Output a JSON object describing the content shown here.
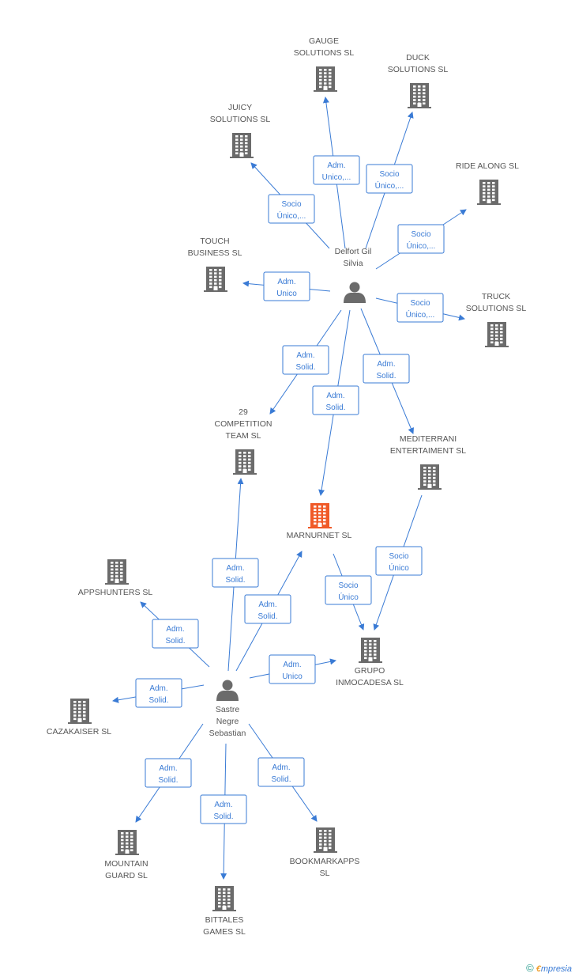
{
  "colors": {
    "edge": "#3a7bd5",
    "building": "#6b6b6b",
    "highlight": "#f05a28",
    "person": "#6b6b6b"
  },
  "companies": [
    {
      "id": "gauge",
      "lines": [
        "GAUGE",
        "SOLUTIONS  SL"
      ],
      "icon": "building-icon"
    },
    {
      "id": "duck",
      "lines": [
        "DUCK",
        "SOLUTIONS  SL"
      ],
      "icon": "building-icon"
    },
    {
      "id": "juicy",
      "lines": [
        "JUICY",
        "SOLUTIONS  SL"
      ],
      "icon": "building-icon"
    },
    {
      "id": "ridealong",
      "lines": [
        "RIDE ALONG  SL"
      ],
      "icon": "building-icon"
    },
    {
      "id": "touch",
      "lines": [
        "TOUCH",
        "BUSINESS  SL"
      ],
      "icon": "building-icon"
    },
    {
      "id": "truck",
      "lines": [
        "TRUCK",
        "SOLUTIONS  SL"
      ],
      "icon": "building-icon"
    },
    {
      "id": "competition",
      "lines": [
        "29",
        "COMPETITION",
        "TEAM  SL"
      ],
      "icon": "building-icon"
    },
    {
      "id": "mediterrani",
      "lines": [
        "MEDITERRANI",
        "ENTERTAIMENT SL"
      ],
      "icon": "building-icon"
    },
    {
      "id": "marnurnet",
      "lines": [
        "MARNURNET SL"
      ],
      "icon": "building-icon",
      "highlight": true
    },
    {
      "id": "appshunters",
      "lines": [
        "APPSHUNTERS SL"
      ],
      "icon": "building-icon"
    },
    {
      "id": "grupo",
      "lines": [
        "GRUPO",
        "INMOCADESA SL"
      ],
      "icon": "building-icon"
    },
    {
      "id": "cazakaiser",
      "lines": [
        "CAZAKAISER SL"
      ],
      "icon": "building-icon"
    },
    {
      "id": "mountain",
      "lines": [
        "MOUNTAIN",
        "GUARD  SL"
      ],
      "icon": "building-icon"
    },
    {
      "id": "bookmarkapps",
      "lines": [
        "BOOKMARKAPPS",
        "SL"
      ],
      "icon": "building-icon"
    },
    {
      "id": "bittales",
      "lines": [
        "BITTALES",
        "GAMES SL"
      ],
      "icon": "building-icon"
    }
  ],
  "persons": [
    {
      "id": "delfort",
      "lines": [
        "Delfort Gil",
        "Silvia"
      ],
      "icon": "person-icon"
    },
    {
      "id": "sastre",
      "lines": [
        "Sastre",
        "Negre",
        "Sebastian"
      ],
      "icon": "person-icon"
    }
  ],
  "edges": [
    {
      "from": "delfort",
      "to": "gauge",
      "label": [
        "Adm.",
        "Unico,..."
      ]
    },
    {
      "from": "delfort",
      "to": "duck",
      "label": [
        "Socio",
        "Único,..."
      ]
    },
    {
      "from": "delfort",
      "to": "juicy",
      "label": [
        "Socio",
        "Único,..."
      ]
    },
    {
      "from": "delfort",
      "to": "ridealong",
      "label": [
        "Socio",
        "Único,..."
      ]
    },
    {
      "from": "delfort",
      "to": "touch",
      "label": [
        "Adm.",
        "Unico"
      ]
    },
    {
      "from": "delfort",
      "to": "truck",
      "label": [
        "Socio",
        "Único,..."
      ]
    },
    {
      "from": "delfort",
      "to": "competition",
      "label": [
        "Adm.",
        "Solid."
      ]
    },
    {
      "from": "delfort",
      "to": "marnurnet",
      "label": [
        "Adm.",
        "Solid."
      ]
    },
    {
      "from": "delfort",
      "to": "mediterrani",
      "label": [
        "Adm.",
        "Solid."
      ]
    },
    {
      "from": "mediterrani",
      "to": "grupo",
      "label": [
        "Socio",
        "Único"
      ]
    },
    {
      "from": "marnurnet",
      "to": "grupo",
      "label": [
        "Socio",
        "Único"
      ]
    },
    {
      "from": "sastre",
      "to": "competition",
      "label": [
        "Adm.",
        "Solid."
      ]
    },
    {
      "from": "sastre",
      "to": "marnurnet",
      "label": [
        "Adm.",
        "Solid."
      ]
    },
    {
      "from": "sastre",
      "to": "appshunters",
      "label": [
        "Adm.",
        "Solid."
      ]
    },
    {
      "from": "sastre",
      "to": "grupo",
      "label": [
        "Adm.",
        "Unico"
      ]
    },
    {
      "from": "sastre",
      "to": "cazakaiser",
      "label": [
        "Adm.",
        "Solid."
      ]
    },
    {
      "from": "sastre",
      "to": "mountain",
      "label": [
        "Adm.",
        "Solid."
      ]
    },
    {
      "from": "sastre",
      "to": "bittales",
      "label": [
        "Adm.",
        "Solid."
      ]
    },
    {
      "from": "sastre",
      "to": "bookmarkapps",
      "label": [
        "Adm.",
        "Solid."
      ]
    }
  ],
  "footer": {
    "copyright": "©",
    "brand_initial": "€",
    "brand_rest": "mpresia"
  }
}
